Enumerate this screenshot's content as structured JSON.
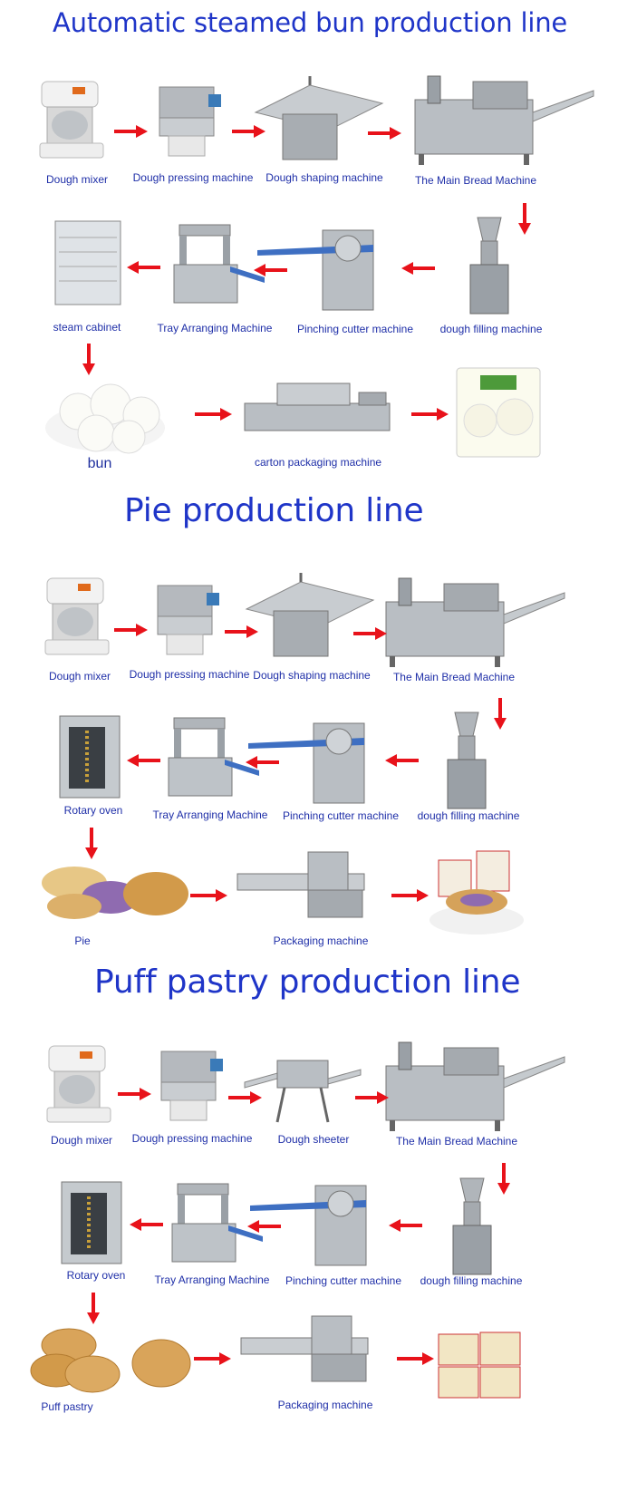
{
  "sections": [
    {
      "title": "Automatic steamed bun production line",
      "row1": [
        "Dough mixer",
        "Dough pressing machine",
        "Dough shaping machine",
        "The Main Bread Machine"
      ],
      "row2": [
        "steam cabinet",
        "Tray Arranging Machine",
        "Pinching cutter machine",
        "dough filling machine"
      ],
      "row3": [
        "bun",
        "carton packaging machine"
      ]
    },
    {
      "title": "Pie production line",
      "row1": [
        "Dough mixer",
        "Dough pressing machine",
        "Dough shaping machine",
        "The Main Bread Machine"
      ],
      "row2": [
        "Rotary oven",
        "Tray Arranging Machine",
        "Pinching cutter machine",
        "dough filling machine"
      ],
      "row3": [
        "Pie",
        "Packaging machine"
      ]
    },
    {
      "title": "Puff pastry production line",
      "row1": [
        "Dough mixer",
        "Dough pressing machine",
        "Dough sheeter",
        "The Main Bread Machine"
      ],
      "row2": [
        "Rotary oven",
        "Tray Arranging Machine",
        "Pinching cutter machine",
        "dough filling machine"
      ],
      "row3": [
        "Puff pastry",
        "Packaging machine"
      ]
    }
  ],
  "colors": {
    "title": "#1f35c8",
    "label": "#1f2fa8",
    "arrow": "#e8121a",
    "steel": "#9ea4aa"
  }
}
